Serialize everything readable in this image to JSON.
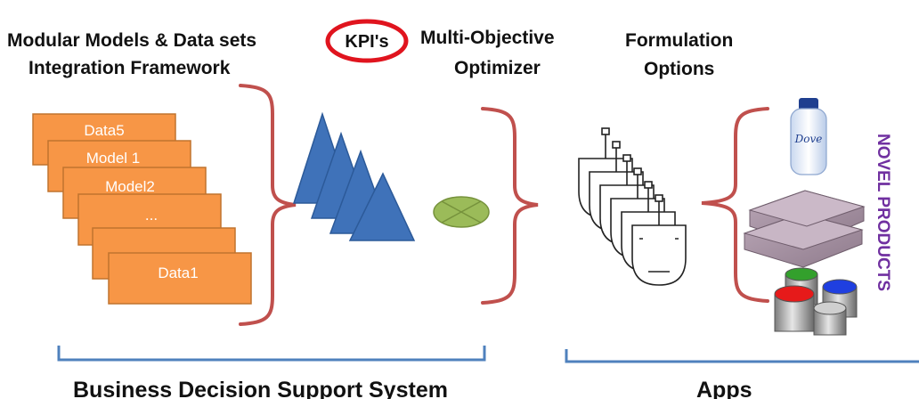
{
  "headings": {
    "modular_line1": "Modular Models & Data sets",
    "modular_line2": "Integration Framework",
    "kpi": "KPI's",
    "optimizer_line1": "Multi-Objective",
    "optimizer_line2": "Optimizer",
    "formulation_line1": "Formulation",
    "formulation_line2": "Options"
  },
  "stack_labels": [
    "Data5",
    "Model 1",
    "Model2",
    "...",
    "",
    "Data1"
  ],
  "product_logo_text": "Dove",
  "novel_products": "NOVEL PRODUCTS",
  "footer": {
    "left": "Business Decision Support System",
    "right": "Apps"
  },
  "colors": {
    "box_fill": "#f79646",
    "box_stroke": "#c0732e",
    "brace": "#c0504d",
    "triangle": "#3f72b9",
    "ellipse": "#9bbb59",
    "kpi_circle": "#e0141e",
    "novel_products": "#7030a0",
    "bottom_bracket": "#4f81bd"
  }
}
